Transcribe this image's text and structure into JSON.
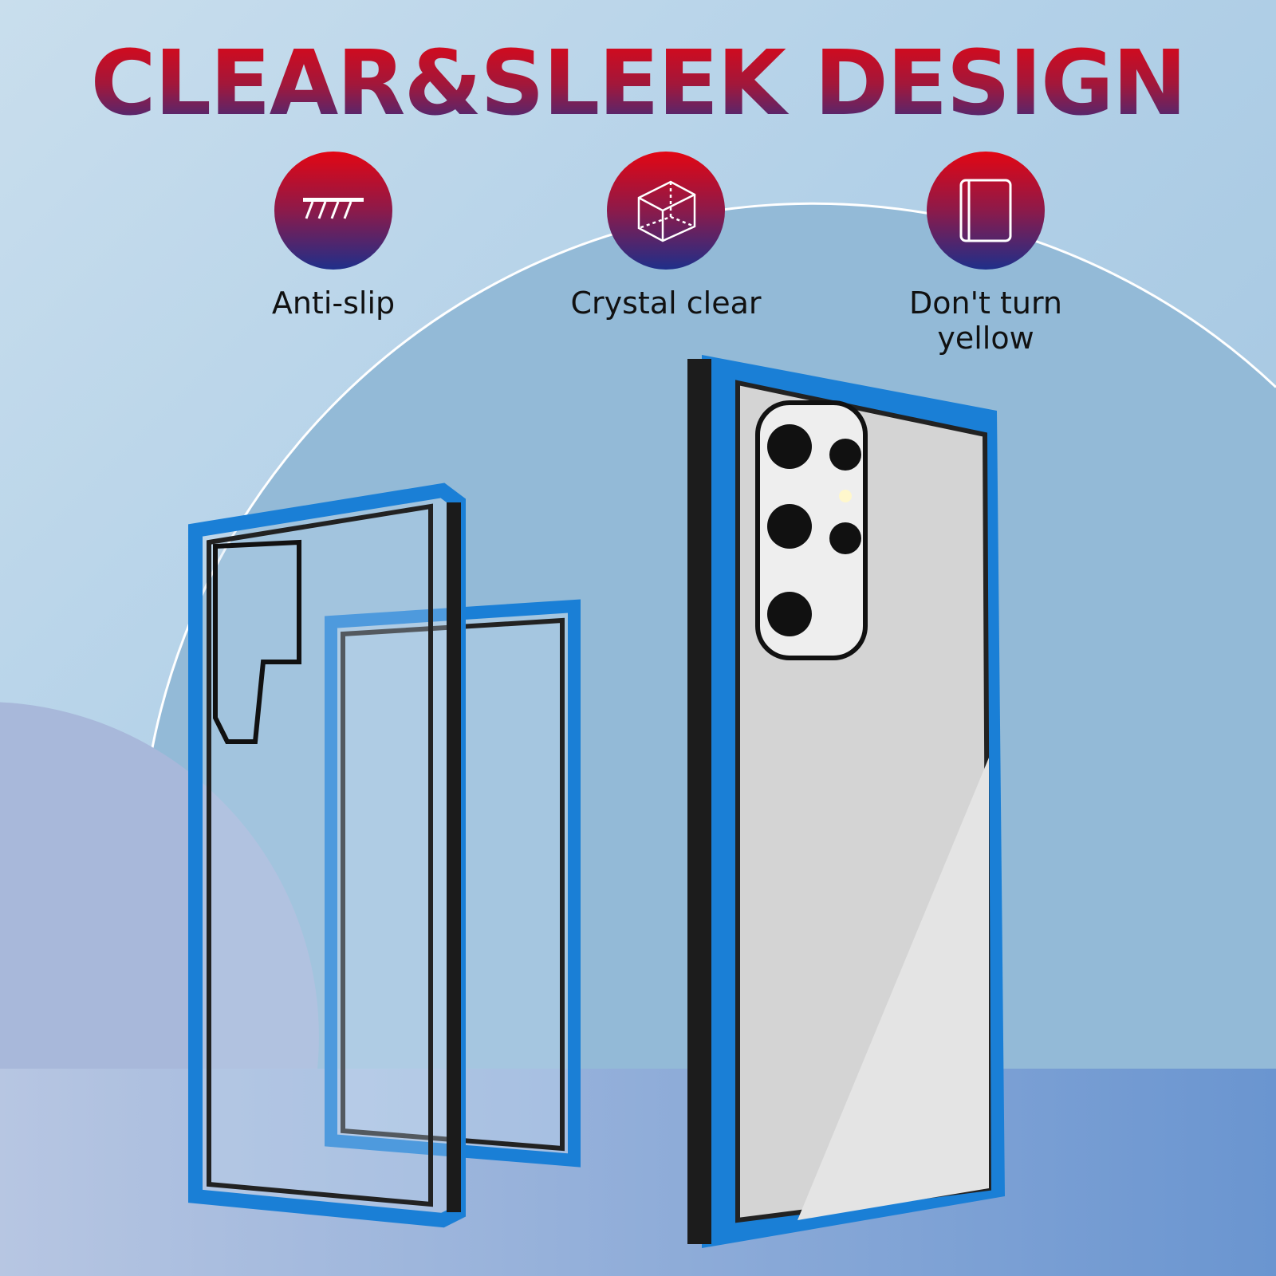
{
  "title": "CLEAR&SLEEK DESIGN",
  "features": [
    {
      "label": "Anti-slip",
      "icon": "anti-slip-icon"
    },
    {
      "label": "Crystal clear",
      "icon": "transparent-cube-icon"
    },
    {
      "label": "Don't turn yellow",
      "icon": "case-icon"
    }
  ],
  "colors": {
    "accent_red": "#e30613",
    "accent_blue": "#1f2f8a",
    "case_blue": "#1a7fd6"
  }
}
